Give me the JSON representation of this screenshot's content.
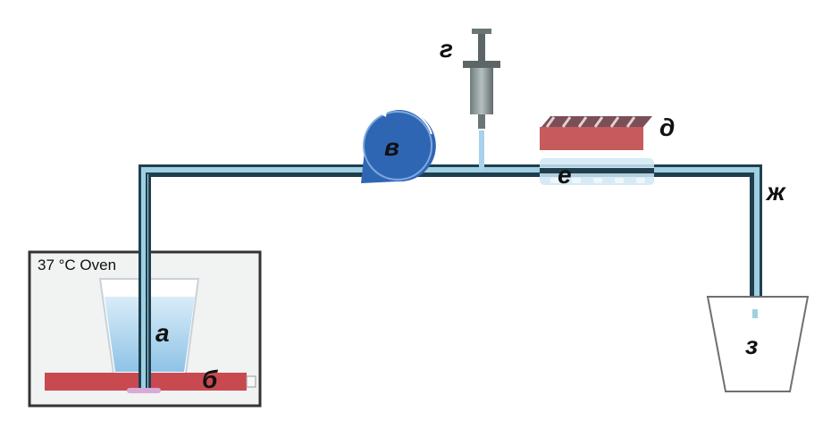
{
  "oven": {
    "label": "37 °C Oven"
  },
  "labels": {
    "a": "а",
    "b": "б",
    "v": "в",
    "g": "г",
    "d": "д",
    "e": "е",
    "zh": "ж",
    "z": "з"
  },
  "colors": {
    "tube_outer": "#1f3f4f",
    "tube_inner": "#9fd0e2",
    "heater": "#c84a50",
    "pump": "#2f66b3",
    "oven_bg": "#f1f2f2",
    "fluid": "#a8d2ec"
  }
}
